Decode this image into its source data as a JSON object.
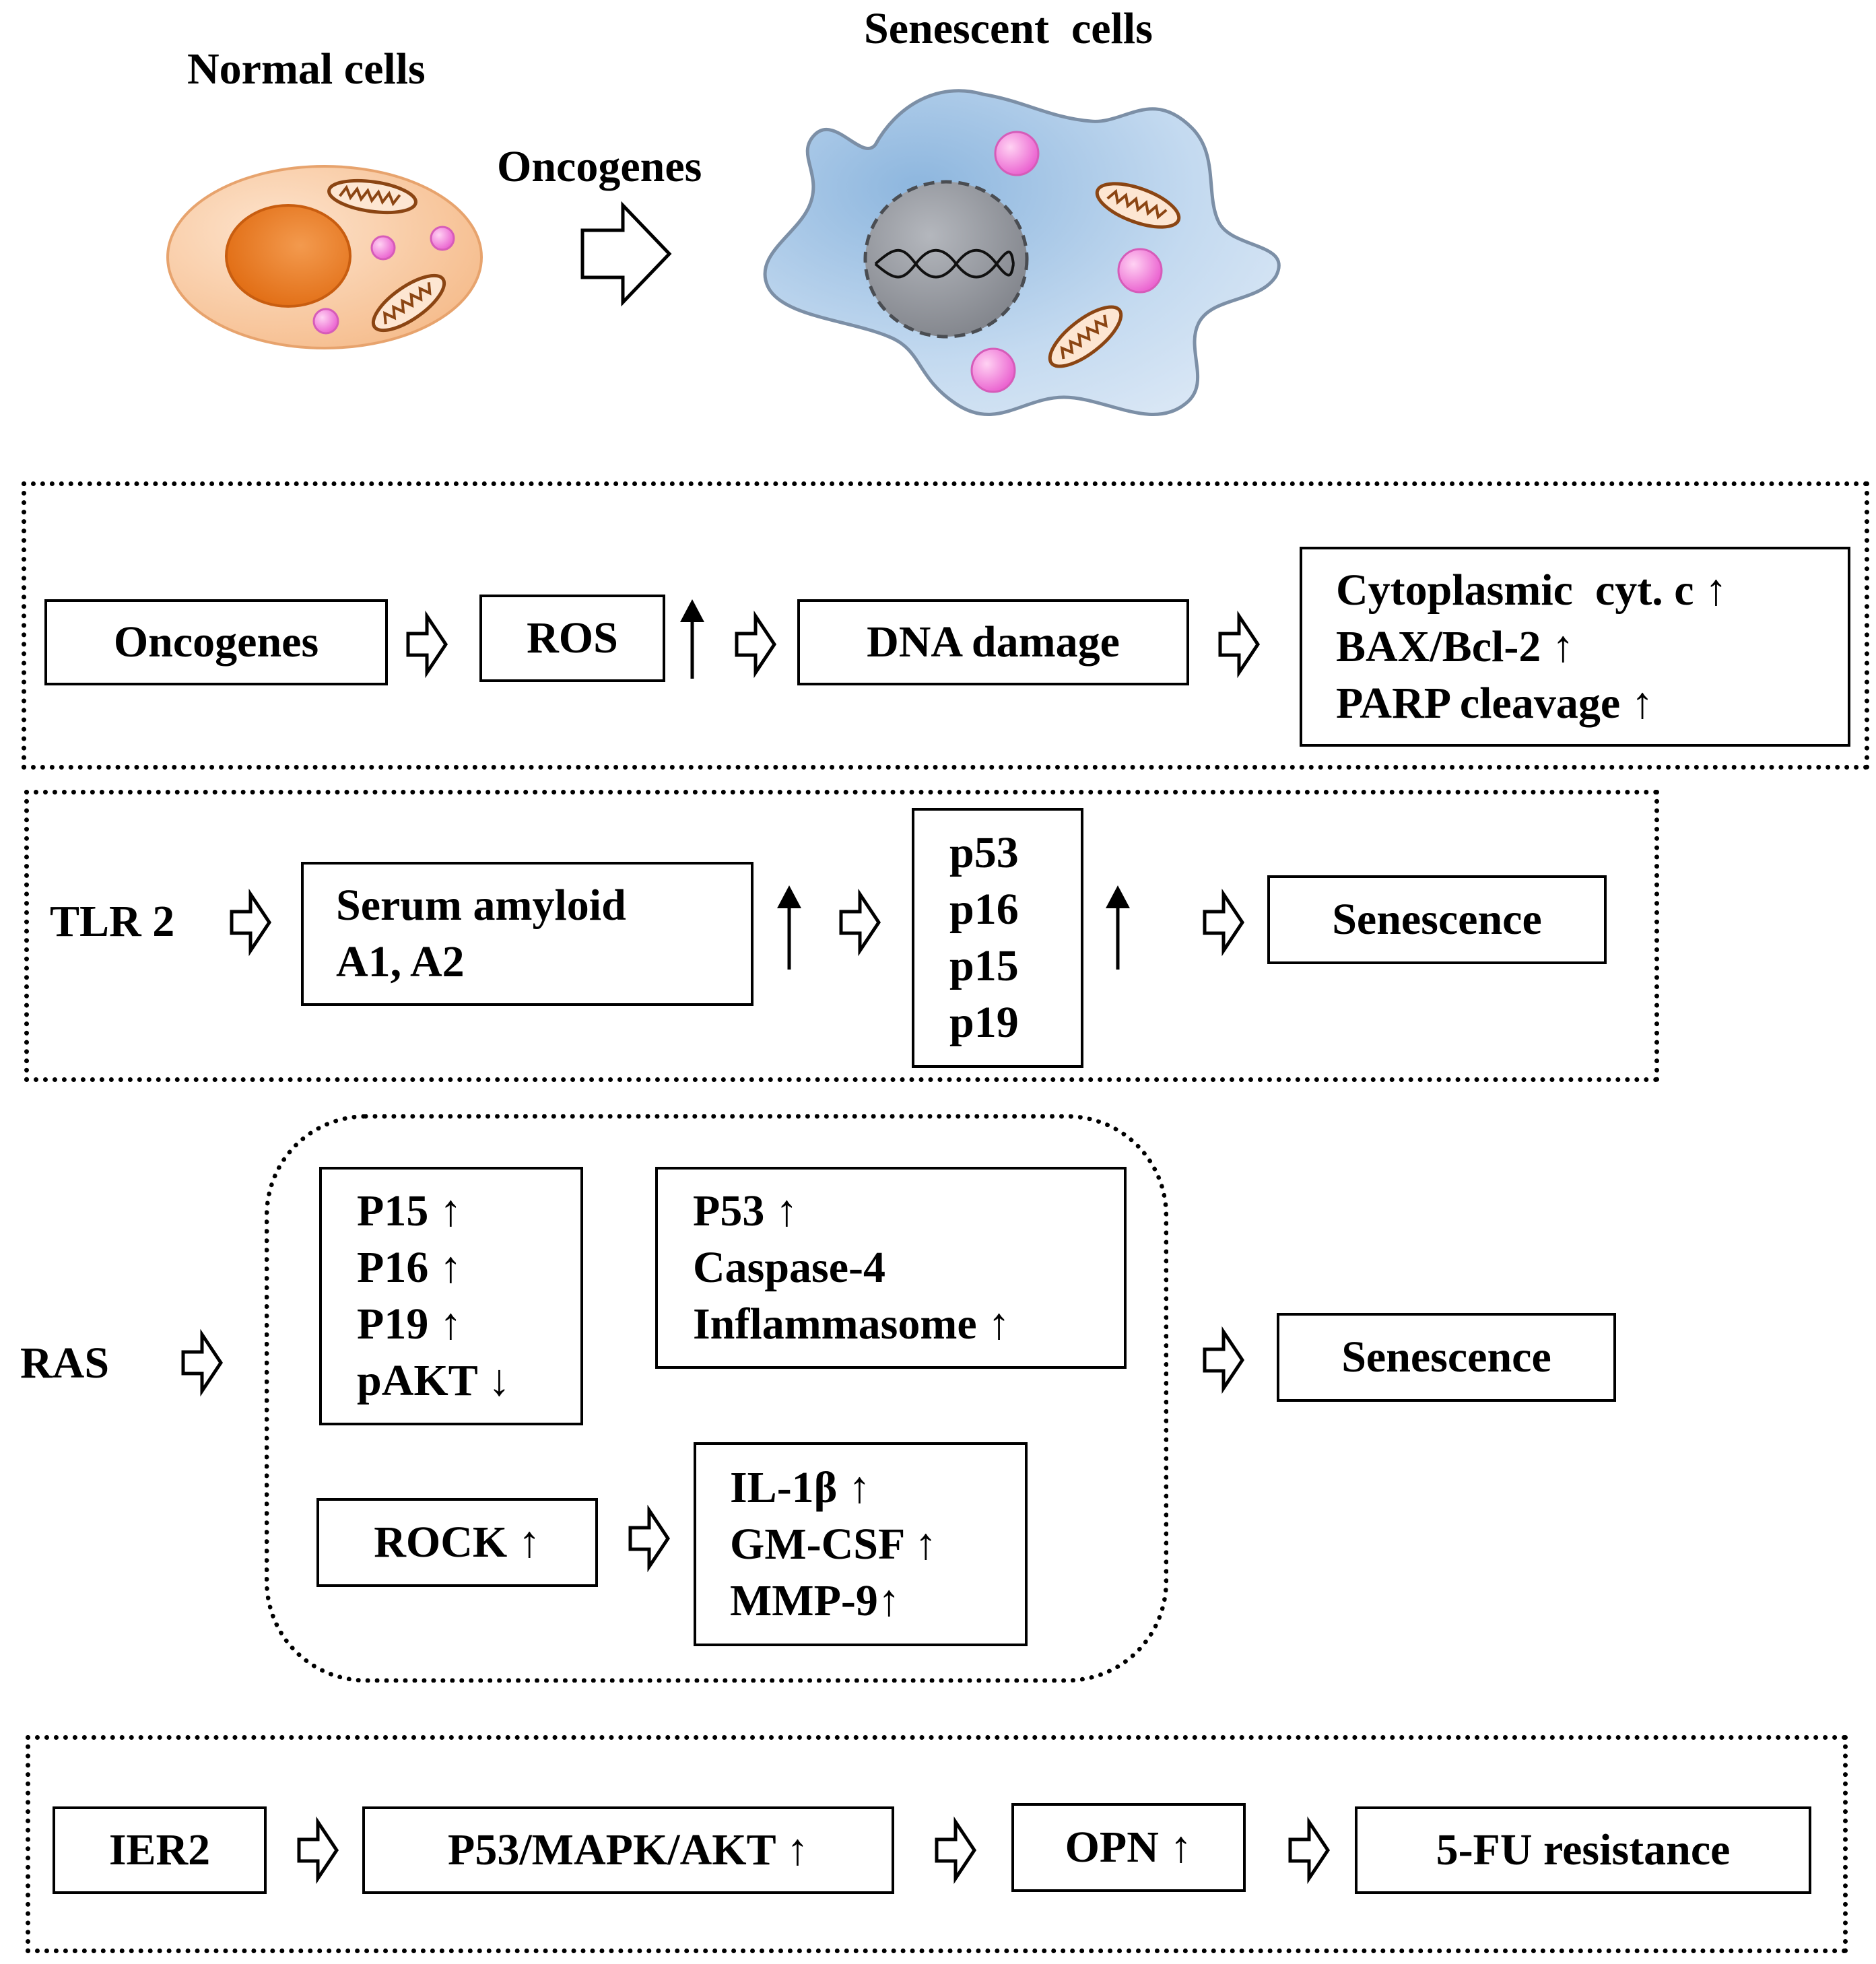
{
  "header": {
    "normal_cells": "Normal cells",
    "senescent_cells": "Senescent  cells",
    "oncogenes_arrow_label": "Oncogenes"
  },
  "row1": {
    "oncogenes": "Oncogenes",
    "ros": "ROS",
    "dna_damage": "DNA damage",
    "outcomes": [
      "Cytoplasmic  cyt. c ↑",
      "BAX/Bcl-2 ↑",
      "PARP cleavage ↑"
    ]
  },
  "row2": {
    "tlr2": "TLR 2",
    "serum_amyloid": [
      "Serum amyloid",
      "A1, A2"
    ],
    "p_genes": [
      "p53",
      "p16",
      "p15",
      "p19"
    ],
    "senescence": "Senescence"
  },
  "row3": {
    "ras": "RAS",
    "p_markers": [
      "P15 ↑",
      "P16 ↑",
      "P19 ↑",
      "pAKT ↓"
    ],
    "inflammasome": [
      "P53 ↑",
      "Caspase-4",
      "Inflammasome ↑"
    ],
    "rock": "ROCK ↑",
    "cytokines": [
      "IL-1β ↑",
      "GM-CSF ↑",
      "MMP-9↑"
    ],
    "senescence": "Senescence"
  },
  "row4": {
    "ier2": "IER2",
    "pathway": "P53/MAPK/AKT ↑",
    "opn": "OPN ↑",
    "resistance": "5-FU resistance"
  },
  "colors": {
    "normal_cell_fill": "#f8c9a0",
    "normal_nucleus": "#e8781e",
    "senescent_cell_fill": "#bcd6ee",
    "senescent_nucleus": "#8c8f96",
    "mitochondria": "#b5651d",
    "vesicle": "#f07ad6"
  }
}
